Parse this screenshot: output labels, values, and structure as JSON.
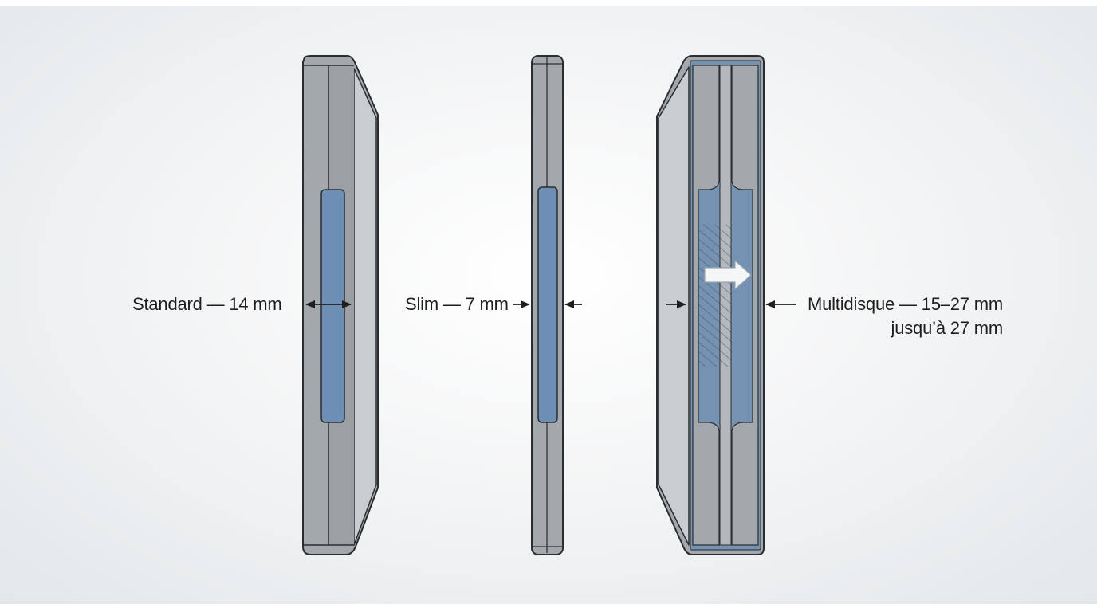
{
  "labels": {
    "standard": "Standard — 14 mm",
    "slim": "Slim — 7 mm",
    "multidisc": "Multidisque — 15–27 mm",
    "multidisc_note": "jusqu’à 27 mm"
  },
  "colors": {
    "case_fill": "#a3a8ac",
    "case_face": "#c9cdd1",
    "outline": "#2b2e31",
    "disc_window": "#6d8fb5",
    "background": "#eef1f3"
  },
  "icons": {
    "arrow": "expand-arrow-icon",
    "hatch": "hatched-expansion-area"
  }
}
